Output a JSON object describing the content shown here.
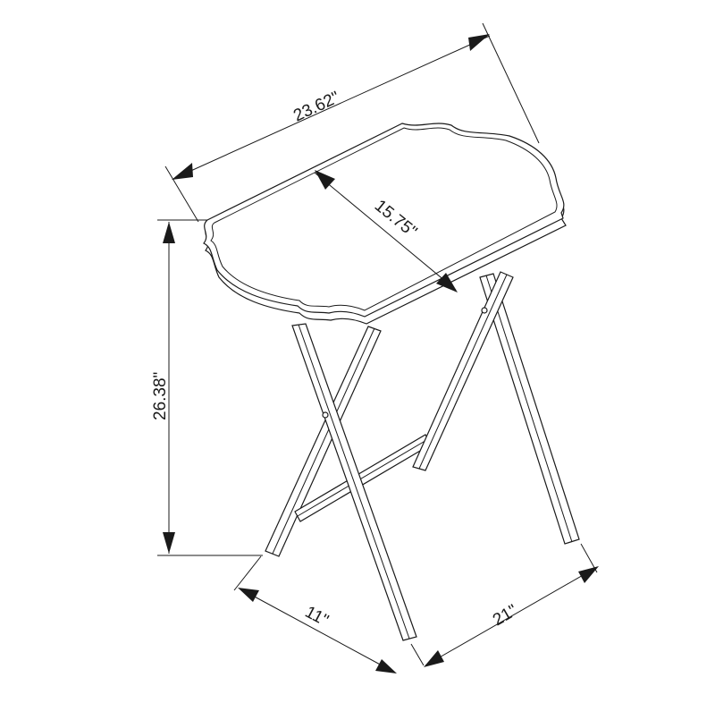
{
  "figure": {
    "subject": "Folding tray table",
    "colors": {
      "line": "#1a1a1a",
      "background": "#ffffff"
    }
  },
  "dimensions": {
    "top_length": {
      "label": "23.62\"",
      "value": 23.62,
      "unit": "in"
    },
    "top_width": {
      "label": "15.75\"",
      "value": 15.75,
      "unit": "in"
    },
    "height": {
      "label": "26.38\"",
      "value": 26.38,
      "unit": "in"
    },
    "base_depth": {
      "label": "11\"",
      "value": 11,
      "unit": "in"
    },
    "base_width": {
      "label": "21\"",
      "value": 21,
      "unit": "in"
    }
  }
}
